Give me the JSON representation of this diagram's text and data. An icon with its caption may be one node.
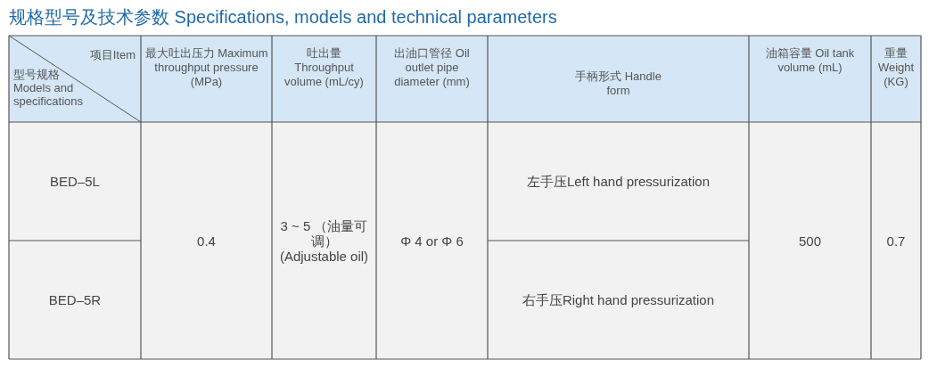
{
  "diagram": {
    "title": "规格型号及技术参数 Specifications, models and technical parameters",
    "labels": [
      "项目Item",
      "型号规格 Models and specifications",
      "最大吐出压力 Maximum throughput pressure (MPa)",
      "吐出量 Throughput volume (mL/cy)",
      "出油口管径 Oil outlet pipe diameter (mm)",
      "手柄形式 Handle form",
      "油箱容量 Oil tank volume (mL)",
      "重量 Weight (KG)",
      "BED–5L",
      "0.4",
      "3 ~ 5 （油量可调） (Adjustable oil)",
      "Φ 4 or Φ 6",
      "左手压Left hand pressurization",
      "500",
      "0.7",
      "BED–5R",
      "右手压Right hand pressurization"
    ]
  }
}
